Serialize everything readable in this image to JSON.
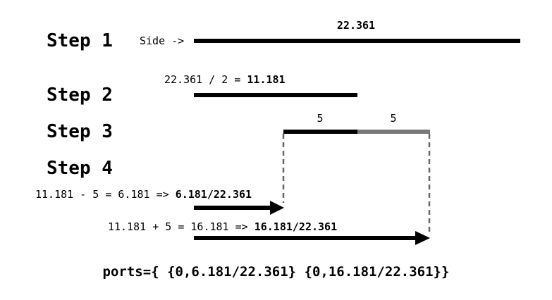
{
  "steps": [
    "Step 1",
    "Step 2",
    "Step 3",
    "Step 4"
  ],
  "step1": {
    "side_label": "Side ->",
    "length_label": "22.361"
  },
  "step2": {
    "formula": "22.361 / 2 = ",
    "result": "11.181"
  },
  "step3": {
    "left_segment_label": "5",
    "right_segment_label": "5"
  },
  "step4": {
    "minus_formula": "11.181 - 5 = 6.181 => ",
    "minus_result": "6.181/22.361",
    "plus_formula": "11.181 + 5 = 16.181 => ",
    "plus_result": "16.181/22.361"
  },
  "ports": "ports={ {0,6.181/22.361} {0,16.181/22.361}}",
  "colors": {
    "line": "#000000",
    "gray_segment": "#777777",
    "dashed": "#666666"
  }
}
